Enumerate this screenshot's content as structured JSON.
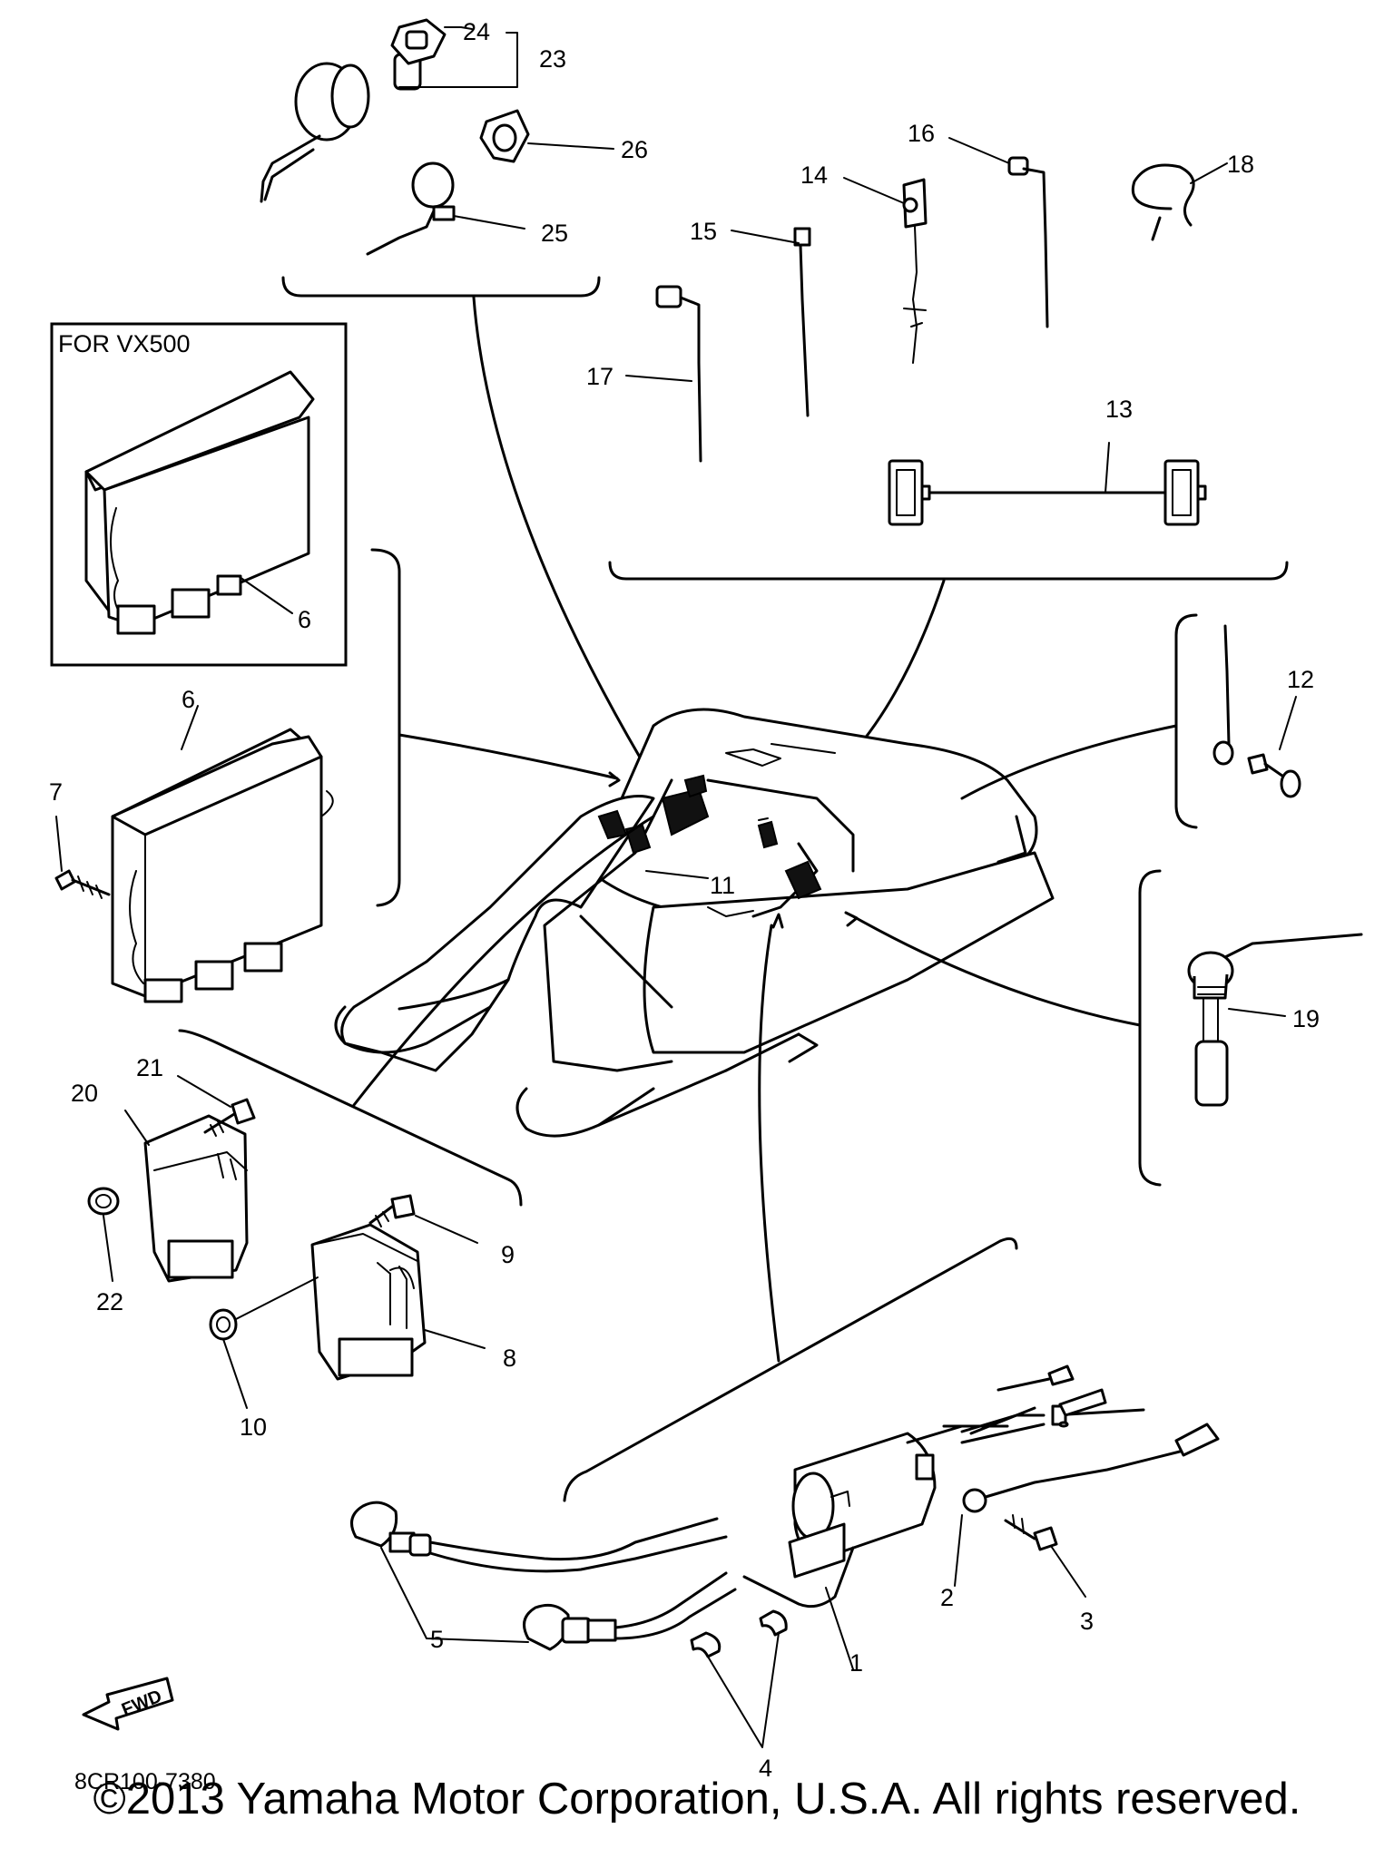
{
  "inset": {
    "label": "FOR VX500"
  },
  "callouts": [
    "1",
    "2",
    "3",
    "4",
    "5",
    "6",
    "6",
    "7",
    "8",
    "9",
    "10",
    "11",
    "12",
    "13",
    "14",
    "15",
    "16",
    "17",
    "18",
    "19",
    "20",
    "21",
    "22",
    "23",
    "24",
    "25",
    "26"
  ],
  "fwd_label": "FWD",
  "ref_code": "8CR100-7380",
  "copyright": "©2013 Yamaha Motor Corporation, U.S.A. All rights reserved."
}
